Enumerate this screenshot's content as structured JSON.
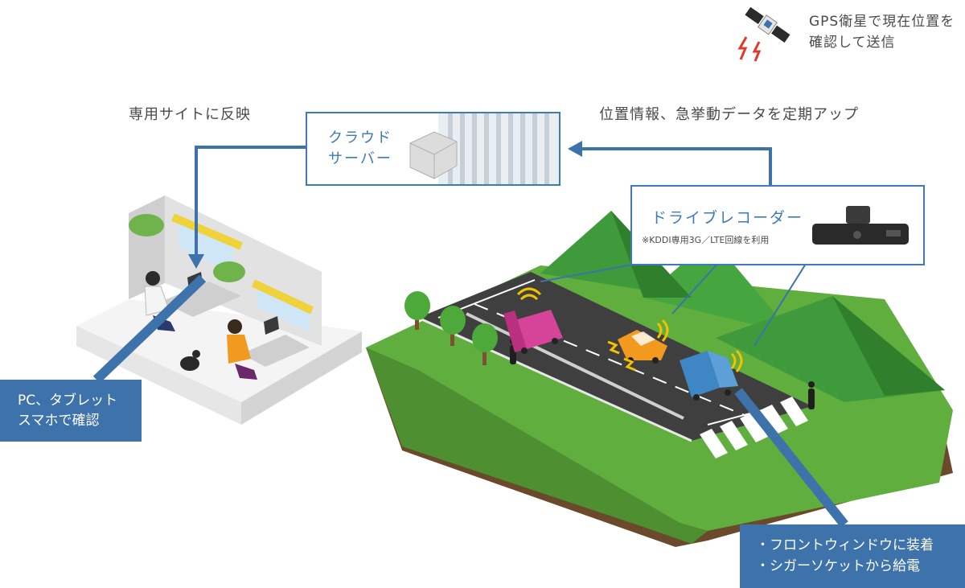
{
  "gps": {
    "line1": "GPS衛星で現在位置を",
    "line2": "確認して送信"
  },
  "labels": {
    "reflect": "専用サイトに反映",
    "upload": "位置情報、急挙動データを定期アップ"
  },
  "cloud": {
    "line1": "クラウド",
    "line2": "サーバー"
  },
  "drive_recorder": {
    "title": "ドライブレコーダー",
    "note": "※KDDI専用3G／LTE回線を利用"
  },
  "pc_box": {
    "line1": "PC、タブレット",
    "line2": "スマホで確認"
  },
  "install_box": {
    "line1": "・フロントウィンドウに装着",
    "line2": "・シガーソケットから給電"
  },
  "colors": {
    "accent_blue": "#3d72aa",
    "grass": "#5fae3e",
    "soil": "#6b4a2b",
    "road": "#3f3f3f",
    "truck_pink": "#d6449a",
    "car_orange": "#f29a1f",
    "truck_blue": "#3f86c4",
    "signal": "#f2c200",
    "office_yellow": "#f0d23a"
  }
}
